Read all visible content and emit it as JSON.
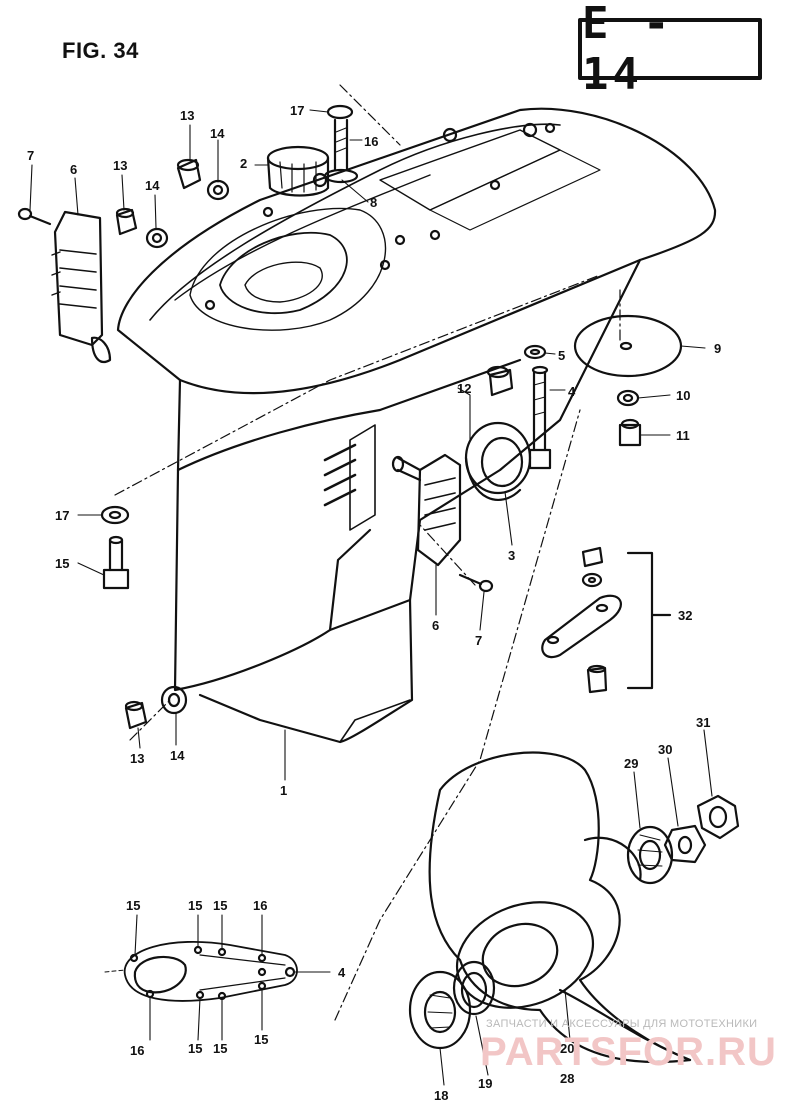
{
  "figure": {
    "title": "FIG. 34",
    "code": "E - 14"
  },
  "callouts": [
    {
      "id": "c17a",
      "text": "17"
    },
    {
      "id": "c16a",
      "text": "16"
    },
    {
      "id": "c13a",
      "text": "13"
    },
    {
      "id": "c14a",
      "text": "14"
    },
    {
      "id": "c2",
      "text": "2"
    },
    {
      "id": "c8",
      "text": "8"
    },
    {
      "id": "c7a",
      "text": "7"
    },
    {
      "id": "c6a",
      "text": "6"
    },
    {
      "id": "c13b",
      "text": "13"
    },
    {
      "id": "c14b",
      "text": "14"
    },
    {
      "id": "c5",
      "text": "5"
    },
    {
      "id": "c9",
      "text": "9"
    },
    {
      "id": "c12",
      "text": "12"
    },
    {
      "id": "c4a",
      "text": "4"
    },
    {
      "id": "c10",
      "text": "10"
    },
    {
      "id": "c11",
      "text": "11"
    },
    {
      "id": "c17b",
      "text": "17"
    },
    {
      "id": "c15a",
      "text": "15"
    },
    {
      "id": "c3",
      "text": "3"
    },
    {
      "id": "c6b",
      "text": "6"
    },
    {
      "id": "c7b",
      "text": "7"
    },
    {
      "id": "c32",
      "text": "32"
    },
    {
      "id": "c13c",
      "text": "13"
    },
    {
      "id": "c14c",
      "text": "14"
    },
    {
      "id": "c1",
      "text": "1"
    },
    {
      "id": "c29",
      "text": "29"
    },
    {
      "id": "c30",
      "text": "30"
    },
    {
      "id": "c31",
      "text": "31"
    },
    {
      "id": "c15b",
      "text": "15"
    },
    {
      "id": "c15c",
      "text": "15"
    },
    {
      "id": "c15d",
      "text": "15"
    },
    {
      "id": "c16b",
      "text": "16"
    },
    {
      "id": "c4b",
      "text": "4"
    },
    {
      "id": "c16c",
      "text": "16"
    },
    {
      "id": "c15e",
      "text": "15"
    },
    {
      "id": "c15f",
      "text": "15"
    },
    {
      "id": "c15g",
      "text": "15"
    },
    {
      "id": "c20",
      "text": "20"
    },
    {
      "id": "c28",
      "text": "28"
    },
    {
      "id": "c18",
      "text": "18"
    },
    {
      "id": "c19",
      "text": "19"
    }
  ],
  "watermark": {
    "text": "ЗАПЧАСТИ И АКСЕССУАРЫ ДЛЯ МОТОТЕХНИКИ",
    "logo": "PARTSFOR.RU"
  }
}
